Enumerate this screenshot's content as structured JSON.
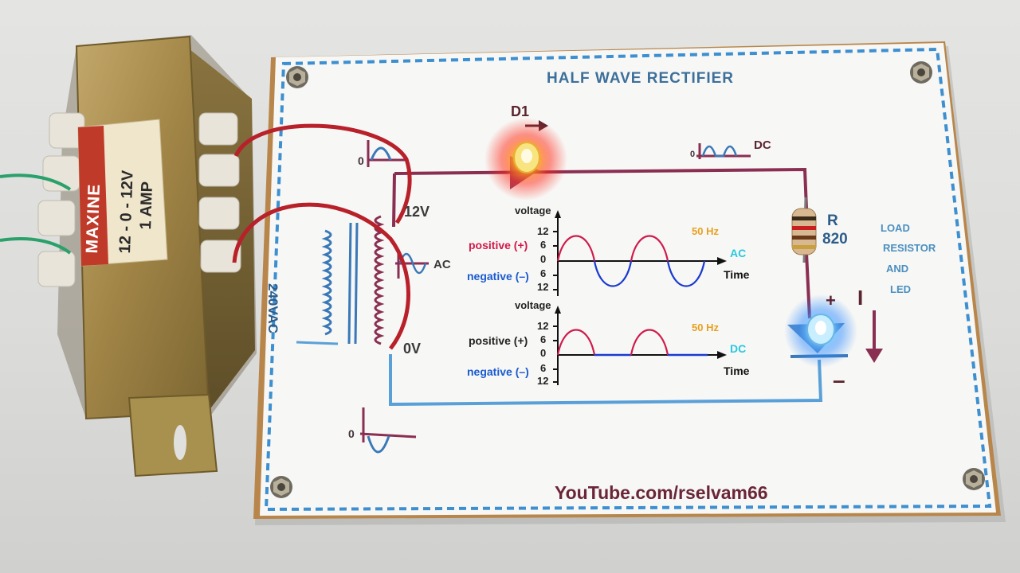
{
  "board": {
    "title": "HALF WAVE RECTIFIER",
    "diode_label": "D1",
    "transformer_top_voltage": "12V",
    "transformer_bottom_voltage": "0V",
    "input_label": "240VAC",
    "secondary_signal_label": "AC",
    "output_signal_label": "DC",
    "zero_marker": "0",
    "resistor_label": "R",
    "resistor_value": "820",
    "load_text": [
      "LOAD",
      "RESISTOR",
      "AND",
      "LED"
    ],
    "led_plus": "+",
    "led_minus": "–",
    "current_label": "I",
    "footer_url": "YouTube.com/rselvam66"
  },
  "transformer": {
    "brand": "MAXINE",
    "rating_line1": "12 - 0 - 12V",
    "rating_line2": "1 AMP"
  },
  "graphs": [
    {
      "y_axis_label": "voltage",
      "x_axis_label": "Time",
      "ticks_positive": [
        "12",
        "6"
      ],
      "tick_zero": "0",
      "ticks_negative": [
        "6",
        "12"
      ],
      "positive_label": "positive (+)",
      "negative_label": "negative (–)",
      "frequency": "50 Hz",
      "signal_type": "AC"
    },
    {
      "y_axis_label": "voltage",
      "x_axis_label": "Time",
      "ticks_positive": [
        "12",
        "6"
      ],
      "tick_zero": "0",
      "ticks_negative": [
        "6",
        "12"
      ],
      "positive_label": "positive (+)",
      "negative_label": "negative (–)",
      "frequency": "50 Hz",
      "signal_type": "DC"
    }
  ],
  "colors": {
    "wire_maroon": "#8a2e52",
    "wire_blue": "#5aa0d8",
    "board_border": "#3d8fd0",
    "red_led": "#ff2a1a",
    "blue_led": "#3aa8ff",
    "transformer_metal": "#a8904e",
    "red_lead": "#b8202a",
    "green_wire": "#2aa06a"
  }
}
